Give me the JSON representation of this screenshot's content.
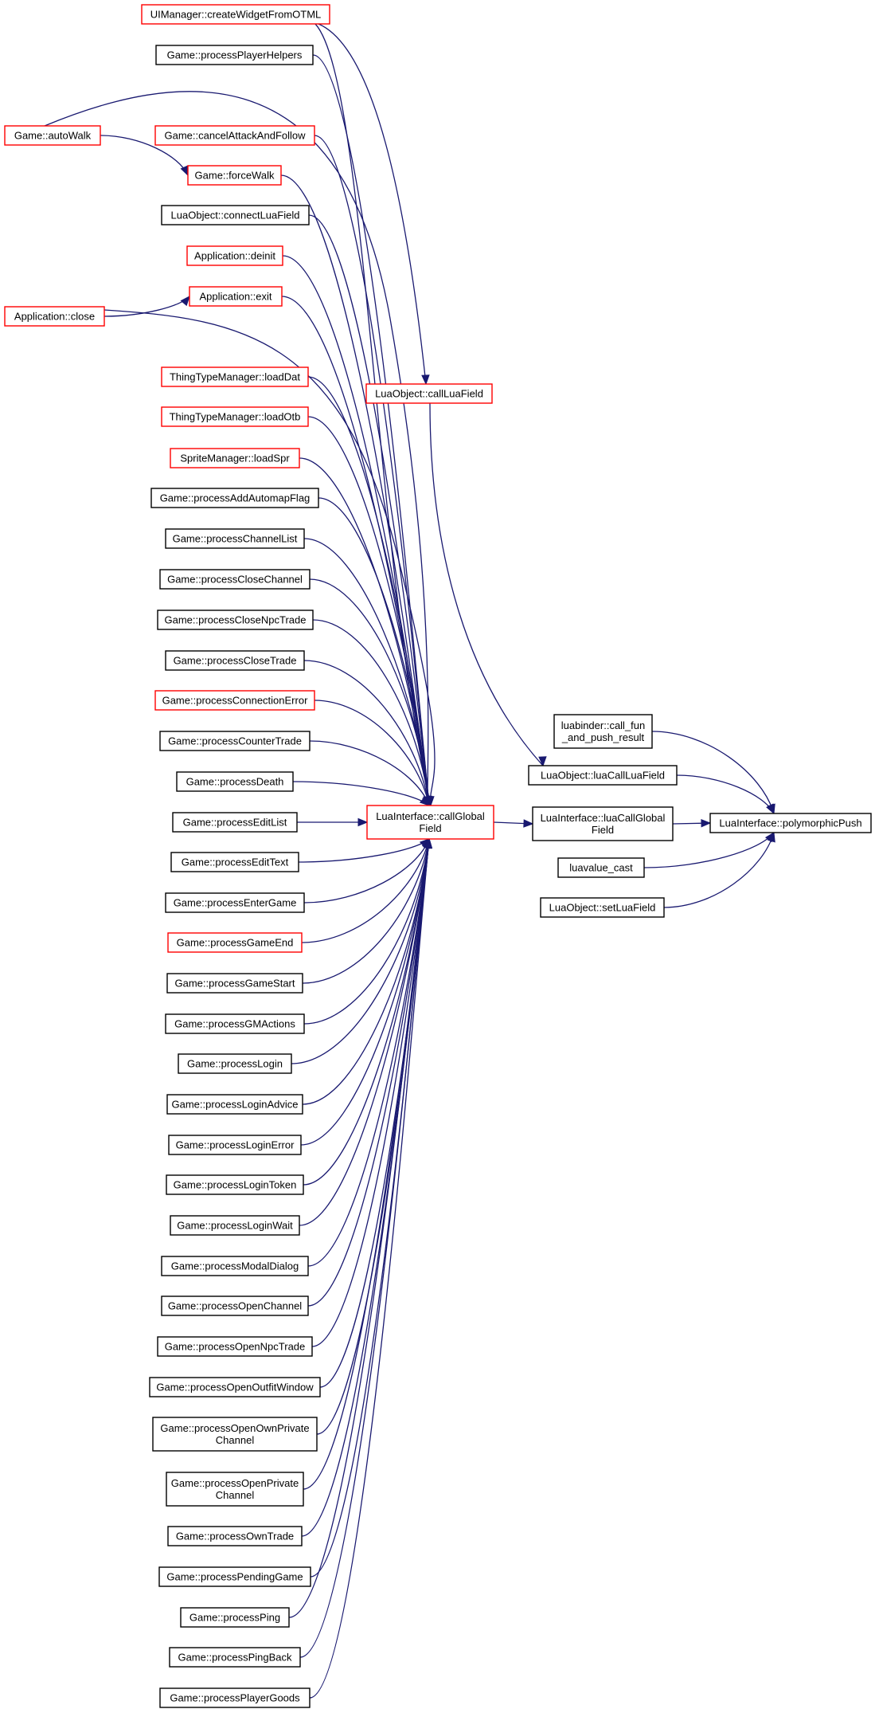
{
  "colors": {
    "edge": "#191970",
    "link_border": "#000000",
    "truncated_border": "#ff0000",
    "root_fill": "#bfbfbf",
    "node_fill": "#ffffff"
  },
  "nodes": [
    {
      "id": "createWidget",
      "lines": [
        "UIManager::createWidgetFromOTML"
      ],
      "style": "truncated"
    },
    {
      "id": "playerHelpers",
      "lines": [
        "Game::processPlayerHelpers"
      ],
      "style": "normal"
    },
    {
      "id": "autoWalk",
      "lines": [
        "Game::autoWalk"
      ],
      "style": "truncated"
    },
    {
      "id": "cancelAttack",
      "lines": [
        "Game::cancelAttackAndFollow"
      ],
      "style": "truncated"
    },
    {
      "id": "forceWalk",
      "lines": [
        "Game::forceWalk"
      ],
      "style": "truncated"
    },
    {
      "id": "connectLuaField",
      "lines": [
        "LuaObject::connectLuaField"
      ],
      "style": "normal"
    },
    {
      "id": "appDeinit",
      "lines": [
        "Application::deinit"
      ],
      "style": "truncated"
    },
    {
      "id": "appExit",
      "lines": [
        "Application::exit"
      ],
      "style": "truncated"
    },
    {
      "id": "appClose",
      "lines": [
        "Application::close"
      ],
      "style": "truncated"
    },
    {
      "id": "loadDat",
      "lines": [
        "ThingTypeManager::loadDat"
      ],
      "style": "truncated"
    },
    {
      "id": "loadOtb",
      "lines": [
        "ThingTypeManager::loadOtb"
      ],
      "style": "truncated"
    },
    {
      "id": "loadSpr",
      "lines": [
        "SpriteManager::loadSpr"
      ],
      "style": "truncated"
    },
    {
      "id": "callLuaField",
      "lines": [
        "LuaObject::callLuaField"
      ],
      "style": "truncated"
    },
    {
      "id": "addAutomapFlag",
      "lines": [
        "Game::processAddAutomapFlag"
      ],
      "style": "normal"
    },
    {
      "id": "channelList",
      "lines": [
        "Game::processChannelList"
      ],
      "style": "normal"
    },
    {
      "id": "closeChannel",
      "lines": [
        "Game::processCloseChannel"
      ],
      "style": "normal"
    },
    {
      "id": "closeNpcTrade",
      "lines": [
        "Game::processCloseNpcTrade"
      ],
      "style": "normal"
    },
    {
      "id": "closeTrade",
      "lines": [
        "Game::processCloseTrade"
      ],
      "style": "normal"
    },
    {
      "id": "connectionError",
      "lines": [
        "Game::processConnectionError"
      ],
      "style": "truncated"
    },
    {
      "id": "counterTrade",
      "lines": [
        "Game::processCounterTrade"
      ],
      "style": "normal"
    },
    {
      "id": "death",
      "lines": [
        "Game::processDeath"
      ],
      "style": "normal"
    },
    {
      "id": "editList",
      "lines": [
        "Game::processEditList"
      ],
      "style": "normal"
    },
    {
      "id": "callGlobalField",
      "lines": [
        "LuaInterface::callGlobal",
        "Field"
      ],
      "style": "truncated"
    },
    {
      "id": "editText",
      "lines": [
        "Game::processEditText"
      ],
      "style": "normal"
    },
    {
      "id": "enterGame",
      "lines": [
        "Game::processEnterGame"
      ],
      "style": "normal"
    },
    {
      "id": "gameEnd",
      "lines": [
        "Game::processGameEnd"
      ],
      "style": "truncated"
    },
    {
      "id": "gameStart",
      "lines": [
        "Game::processGameStart"
      ],
      "style": "normal"
    },
    {
      "id": "gmActions",
      "lines": [
        "Game::processGMActions"
      ],
      "style": "normal"
    },
    {
      "id": "login",
      "lines": [
        "Game::processLogin"
      ],
      "style": "normal"
    },
    {
      "id": "loginAdvice",
      "lines": [
        "Game::processLoginAdvice"
      ],
      "style": "normal"
    },
    {
      "id": "loginError",
      "lines": [
        "Game::processLoginError"
      ],
      "style": "normal"
    },
    {
      "id": "loginToken",
      "lines": [
        "Game::processLoginToken"
      ],
      "style": "normal"
    },
    {
      "id": "loginWait",
      "lines": [
        "Game::processLoginWait"
      ],
      "style": "normal"
    },
    {
      "id": "modalDialog",
      "lines": [
        "Game::processModalDialog"
      ],
      "style": "normal"
    },
    {
      "id": "openChannel",
      "lines": [
        "Game::processOpenChannel"
      ],
      "style": "normal"
    },
    {
      "id": "openNpcTrade",
      "lines": [
        "Game::processOpenNpcTrade"
      ],
      "style": "normal"
    },
    {
      "id": "openOutfitWindow",
      "lines": [
        "Game::processOpenOutfitWindow"
      ],
      "style": "normal"
    },
    {
      "id": "openOwnPrivate",
      "lines": [
        "Game::processOpenOwnPrivate",
        "Channel"
      ],
      "style": "normal"
    },
    {
      "id": "openPrivate",
      "lines": [
        "Game::processOpenPrivate",
        "Channel"
      ],
      "style": "normal"
    },
    {
      "id": "ownTrade",
      "lines": [
        "Game::processOwnTrade"
      ],
      "style": "normal"
    },
    {
      "id": "pendingGame",
      "lines": [
        "Game::processPendingGame"
      ],
      "style": "normal"
    },
    {
      "id": "ping",
      "lines": [
        "Game::processPing"
      ],
      "style": "normal"
    },
    {
      "id": "pingBack",
      "lines": [
        "Game::processPingBack"
      ],
      "style": "normal"
    },
    {
      "id": "playerGoods",
      "lines": [
        "Game::processPlayerGoods"
      ],
      "style": "normal"
    },
    {
      "id": "callFun",
      "lines": [
        "luabinder::call_fun",
        "_and_push_result"
      ],
      "style": "normal"
    },
    {
      "id": "luaCallLuaField",
      "lines": [
        "LuaObject::luaCallLuaField"
      ],
      "style": "normal"
    },
    {
      "id": "luaCallGlobalField",
      "lines": [
        "LuaInterface::luaCallGlobal",
        "Field"
      ],
      "style": "normal"
    },
    {
      "id": "luavalueCast",
      "lines": [
        "luavalue_cast"
      ],
      "style": "normal"
    },
    {
      "id": "setLuaField",
      "lines": [
        "LuaObject::setLuaField"
      ],
      "style": "normal"
    },
    {
      "id": "polymorphicPush",
      "lines": [
        "LuaInterface::polymorphicPush"
      ],
      "style": "root"
    }
  ],
  "edges": [
    [
      "autoWalk",
      "forceWalk"
    ],
    [
      "appClose",
      "appExit"
    ],
    [
      "createWidget",
      "callLuaField"
    ],
    [
      "createWidget",
      "callGlobalField"
    ],
    [
      "playerHelpers",
      "callGlobalField"
    ],
    [
      "autoWalk",
      "callGlobalField"
    ],
    [
      "cancelAttack",
      "callGlobalField"
    ],
    [
      "forceWalk",
      "callGlobalField"
    ],
    [
      "connectLuaField",
      "callGlobalField"
    ],
    [
      "appDeinit",
      "callGlobalField"
    ],
    [
      "appExit",
      "callGlobalField"
    ],
    [
      "appClose",
      "callGlobalField"
    ],
    [
      "loadDat",
      "callGlobalField"
    ],
    [
      "loadOtb",
      "callGlobalField"
    ],
    [
      "loadSpr",
      "callGlobalField"
    ],
    [
      "addAutomapFlag",
      "callGlobalField"
    ],
    [
      "channelList",
      "callGlobalField"
    ],
    [
      "closeChannel",
      "callGlobalField"
    ],
    [
      "closeNpcTrade",
      "callGlobalField"
    ],
    [
      "closeTrade",
      "callGlobalField"
    ],
    [
      "connectionError",
      "callGlobalField"
    ],
    [
      "counterTrade",
      "callGlobalField"
    ],
    [
      "death",
      "callGlobalField"
    ],
    [
      "editList",
      "callGlobalField"
    ],
    [
      "editText",
      "callGlobalField"
    ],
    [
      "enterGame",
      "callGlobalField"
    ],
    [
      "gameEnd",
      "callGlobalField"
    ],
    [
      "gameStart",
      "callGlobalField"
    ],
    [
      "gmActions",
      "callGlobalField"
    ],
    [
      "login",
      "callGlobalField"
    ],
    [
      "loginAdvice",
      "callGlobalField"
    ],
    [
      "loginError",
      "callGlobalField"
    ],
    [
      "loginToken",
      "callGlobalField"
    ],
    [
      "loginWait",
      "callGlobalField"
    ],
    [
      "modalDialog",
      "callGlobalField"
    ],
    [
      "openChannel",
      "callGlobalField"
    ],
    [
      "openNpcTrade",
      "callGlobalField"
    ],
    [
      "openOutfitWindow",
      "callGlobalField"
    ],
    [
      "openOwnPrivate",
      "callGlobalField"
    ],
    [
      "openPrivate",
      "callGlobalField"
    ],
    [
      "ownTrade",
      "callGlobalField"
    ],
    [
      "pendingGame",
      "callGlobalField"
    ],
    [
      "ping",
      "callGlobalField"
    ],
    [
      "pingBack",
      "callGlobalField"
    ],
    [
      "playerGoods",
      "callGlobalField"
    ],
    [
      "callLuaField",
      "luaCallLuaField"
    ],
    [
      "callGlobalField",
      "luaCallGlobalField"
    ],
    [
      "callFun",
      "polymorphicPush"
    ],
    [
      "luaCallLuaField",
      "polymorphicPush"
    ],
    [
      "luaCallGlobalField",
      "polymorphicPush"
    ],
    [
      "luavalueCast",
      "polymorphicPush"
    ],
    [
      "setLuaField",
      "polymorphicPush"
    ]
  ]
}
